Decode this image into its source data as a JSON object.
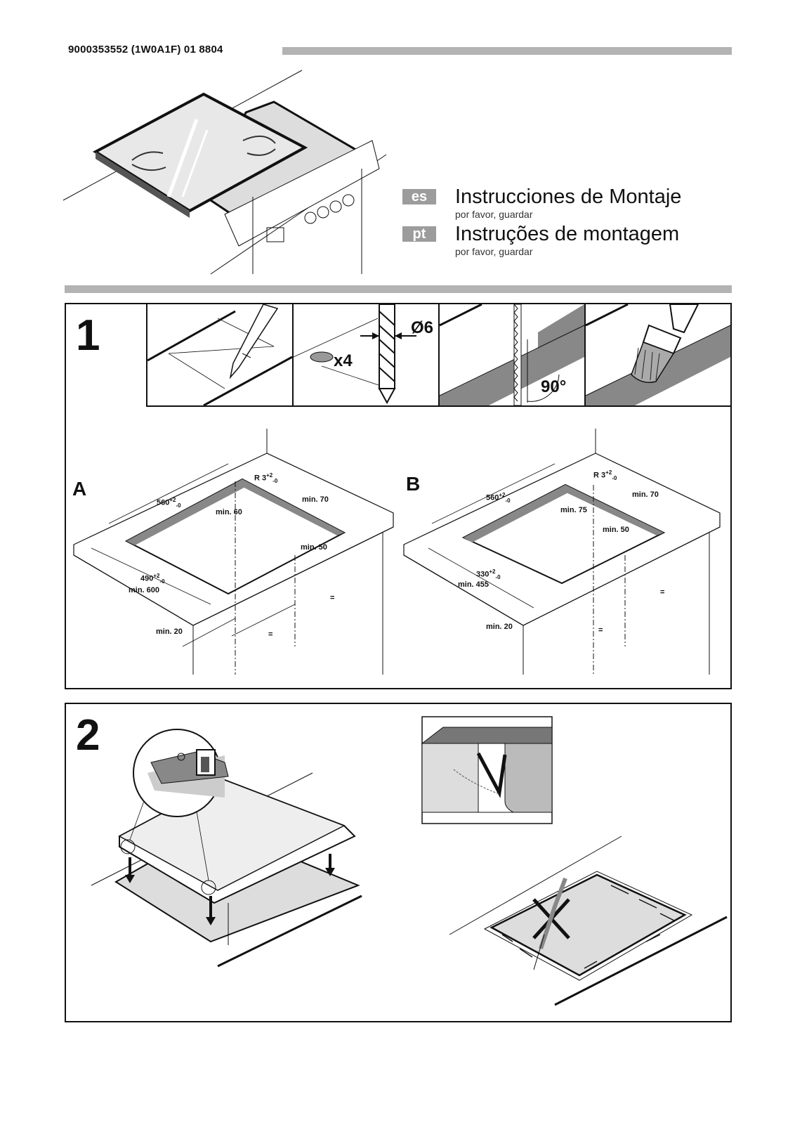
{
  "header": {
    "doc_number": "9000353552 (1W0A1F) 01 8804"
  },
  "languages": [
    {
      "code": "es",
      "title": "Instrucciones de Montaje",
      "subtitle": "por favor, guardar"
    },
    {
      "code": "pt",
      "title": "Instruções de montagem",
      "subtitle": "por favor, guardar"
    }
  ],
  "step1": {
    "number": "1",
    "drill_diameter": "Ø6",
    "drill_count": "x4",
    "angle": "90°",
    "variant_a": {
      "letter": "A",
      "width": "560",
      "depth": "490",
      "radius": "R 3",
      "tol_plus": "+2",
      "tol_minus": "-0",
      "min_back": "min. 70",
      "min_left": "min. 60",
      "min_right": "min. 50",
      "min_worktop": "min. 600",
      "min_thickness": "min. 20",
      "equal": "="
    },
    "variant_b": {
      "letter": "B",
      "width": "560",
      "depth": "330",
      "radius": "R 3",
      "tol_plus": "+2",
      "tol_minus": "-0",
      "min_back": "min. 70",
      "min_left": "min. 75",
      "min_right": "min. 50",
      "min_worktop": "min. 455",
      "min_thickness": "min. 20",
      "equal": "="
    }
  },
  "step2": {
    "number": "2"
  }
}
